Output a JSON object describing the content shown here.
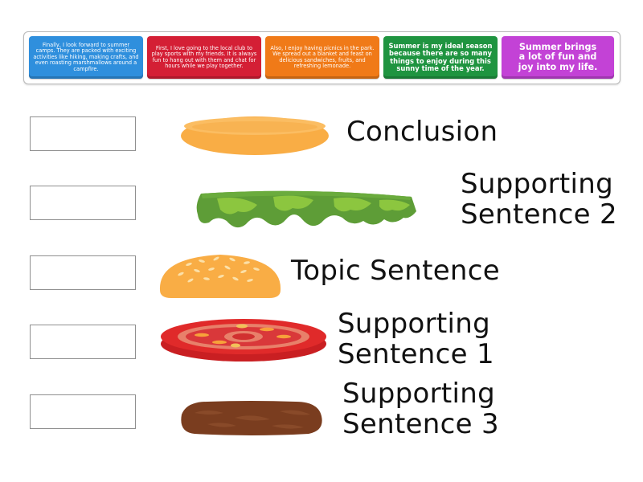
{
  "cards": [
    {
      "text": "Finally, I look forward to summer camps. They are packed with exciting activities like hiking, making crafts, and even roasting marshmallows around a campfire.",
      "color": "#2f8fdd"
    },
    {
      "text": "First, I love going to the local club to play sports with my friends. It is always fun to hang out with them and chat for hours while we play together.",
      "color": "#d41f35"
    },
    {
      "text": "Also, I enjoy having picnics in the park. We spread out a blanket and feast on delicious sandwiches, fruits, and refreshing lemonade.",
      "color": "#f07a18"
    },
    {
      "text": "Summer is my ideal season because there are so many things to enjoy during this sunny time of the year.",
      "color": "#1f9440"
    },
    {
      "text": "Summer brings a lot of fun and joy into my life.",
      "color": "#c342d6"
    }
  ],
  "rows": [
    {
      "ingredient": "top-bun",
      "label": "Conclusion"
    },
    {
      "ingredient": "lettuce",
      "label_line1": "Supporting",
      "label_line2": "Sentence 2"
    },
    {
      "ingredient": "bottom-bun",
      "label": "Topic Sentence"
    },
    {
      "ingredient": "tomato",
      "label_line1": "Supporting",
      "label_line2": "Sentence 1"
    },
    {
      "ingredient": "patty",
      "label_line1": "Supporting",
      "label_line2": "Sentence 3"
    }
  ],
  "colors": {
    "bun": "#f9ad45",
    "bun_top": "#fbbc5e",
    "lettuce_dark": "#5e9d37",
    "lettuce_light": "#8cc63f",
    "tomato": "#e02a2a",
    "tomato_inner": "#e8806a",
    "patty": "#7a3d1f"
  }
}
